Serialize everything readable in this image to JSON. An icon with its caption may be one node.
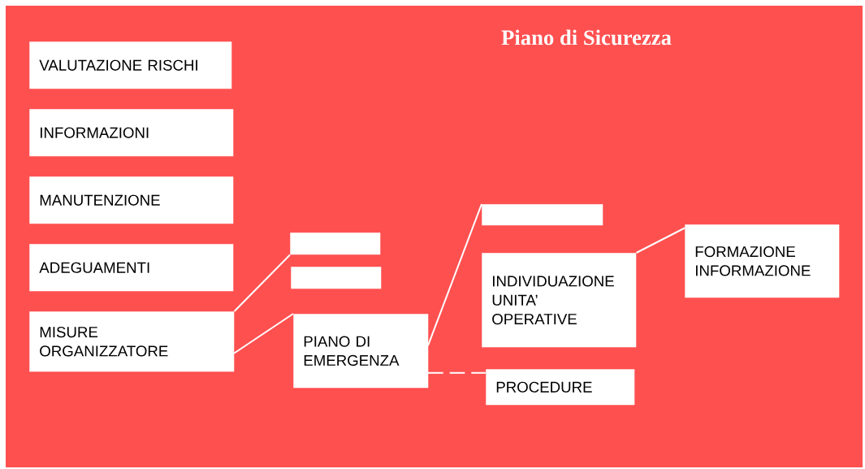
{
  "diagram": {
    "title": "Piano di Sicurezza",
    "nodes": [
      {
        "text": [
          "VALUTAZIONE RISCHI"
        ]
      },
      {
        "text": [
          "INFORMAZIONI"
        ]
      },
      {
        "text": [
          "MANUTENZIONE"
        ]
      },
      {
        "text": [
          "ADEGUAMENTI"
        ]
      },
      {
        "text": [
          "MISURE ORGANIZZATORE"
        ]
      },
      {
        "text": [],
        "shape": "box"
      },
      {
        "text": [],
        "shape": "box"
      },
      {
        "text": [
          "PIANO DI EMERGENZA"
        ]
      },
      {
        "text": [],
        "shape": "box"
      },
      {
        "text": [
          "INDIVIDUAZIONE UNITA’ OPERATIVE"
        ]
      },
      {
        "text": [
          "FORMAZIONE INFORMAZIONE"
        ]
      },
      {
        "text": [
          "PROCEDURE"
        ]
      }
    ],
    "edges": [
      {
        "from": 4,
        "to": 5,
        "arrow": "none"
      },
      {
        "from": 4,
        "to": 7,
        "arrow": "none"
      },
      {
        "from": 7,
        "to": 8,
        "arrow": "none"
      },
      {
        "from": 9,
        "to": 10,
        "arrow": "none"
      },
      {
        "from": 7,
        "to": 11,
        "arrow": "none",
        "style": "dashed"
      }
    ]
  }
}
